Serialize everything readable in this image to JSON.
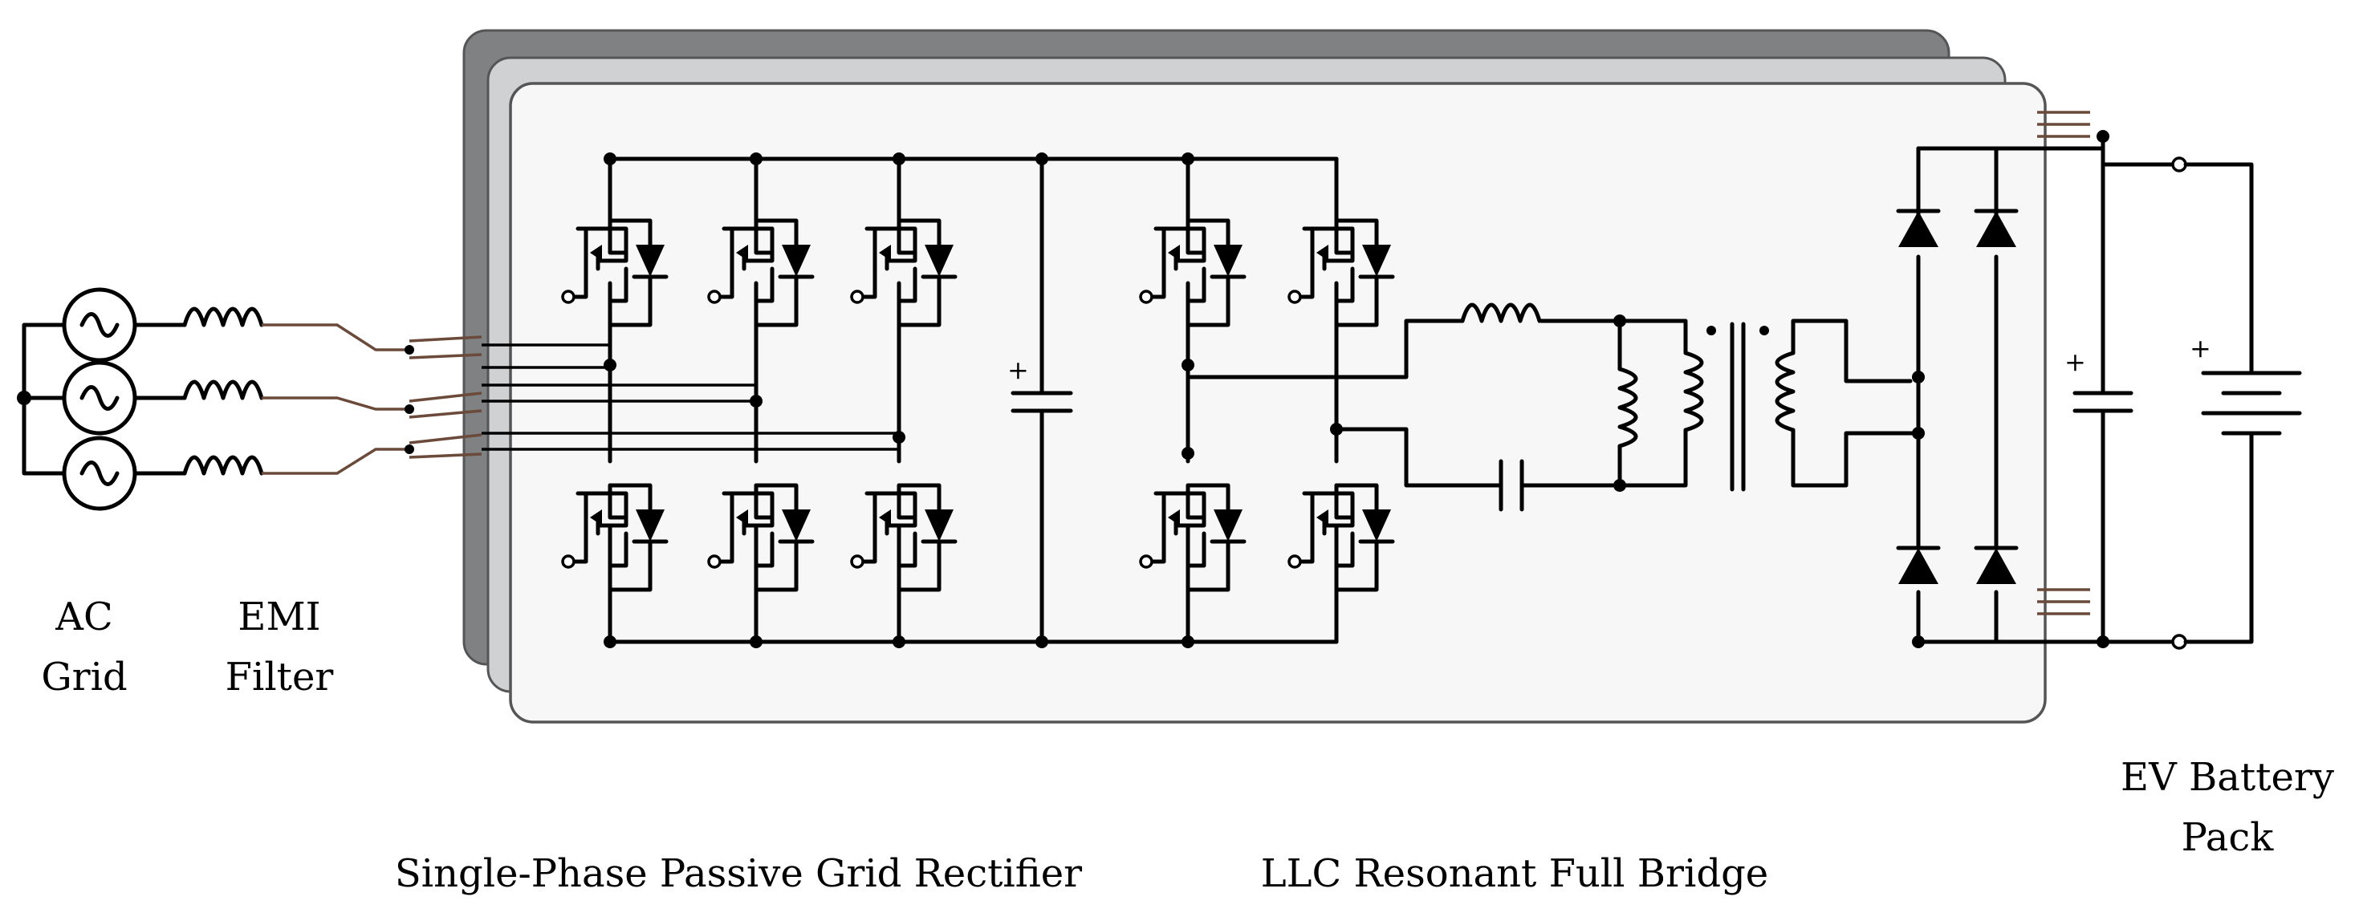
{
  "labels": {
    "ac_grid": [
      "AC",
      "Grid"
    ],
    "emi_filter": [
      "EMI",
      "Filter"
    ],
    "rectifier": "Single-Phase Passive Grid Rectifier",
    "llc": "LLC Resonant Full Bridge",
    "battery": [
      "EV Battery",
      "Pack"
    ]
  },
  "polarity": {
    "plus": "+"
  }
}
